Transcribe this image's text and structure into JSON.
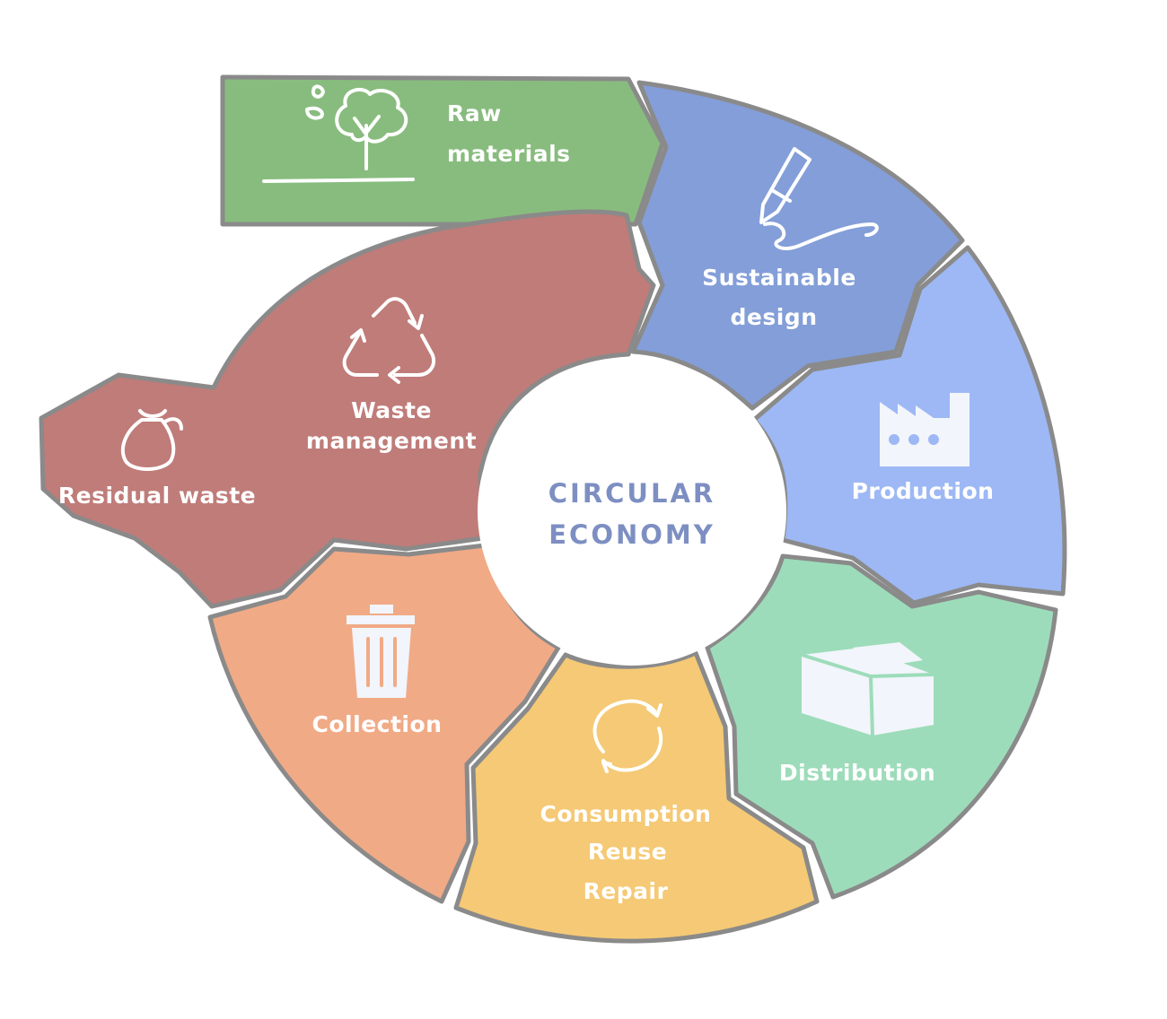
{
  "center": {
    "line1": "CIRCULAR",
    "line2": "ECONOMY"
  },
  "segments": {
    "raw_materials": {
      "line1": "Raw",
      "line2": "materials",
      "icon": "tree-icon",
      "color": "#88bc7e"
    },
    "sustainable_design": {
      "line1": "Sustainable",
      "line2": "design",
      "icon": "pen-icon",
      "color": "#839ed8"
    },
    "production": {
      "label": "Production",
      "icon": "factory-icon",
      "color": "#9db8f4"
    },
    "distribution": {
      "label": "Distribution",
      "icon": "box-icon",
      "color": "#9ddcba"
    },
    "consumption": {
      "line1": "Consumption",
      "line2": "Reuse",
      "line3": "Repair",
      "icon": "cycle-arrows-icon",
      "color": "#f5c975"
    },
    "collection": {
      "label": "Collection",
      "icon": "trash-can-icon",
      "color": "#f1aa86"
    },
    "waste_management": {
      "line1": "Waste",
      "line2": "management",
      "icon": "recycle-icon",
      "color": "#bf7c79"
    },
    "residual_waste": {
      "label": "Residual waste",
      "icon": "garbage-bag-icon",
      "color": "#bf7c79"
    }
  },
  "center_color": "#ffffff",
  "center_text_color": "#7d8fc2"
}
